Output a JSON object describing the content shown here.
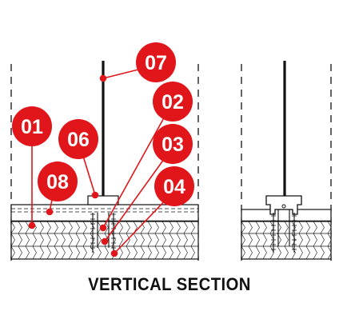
{
  "caption": "VERTICAL SECTION",
  "colors": {
    "accent": "#e0161b",
    "line": "#111111",
    "paper": "#ffffff"
  },
  "callouts": [
    {
      "id": "01",
      "label": "01"
    },
    {
      "id": "02",
      "label": "02"
    },
    {
      "id": "03",
      "label": "03"
    },
    {
      "id": "04",
      "label": "04"
    },
    {
      "id": "06",
      "label": "06"
    },
    {
      "id": "07",
      "label": "07"
    },
    {
      "id": "08",
      "label": "08"
    }
  ]
}
